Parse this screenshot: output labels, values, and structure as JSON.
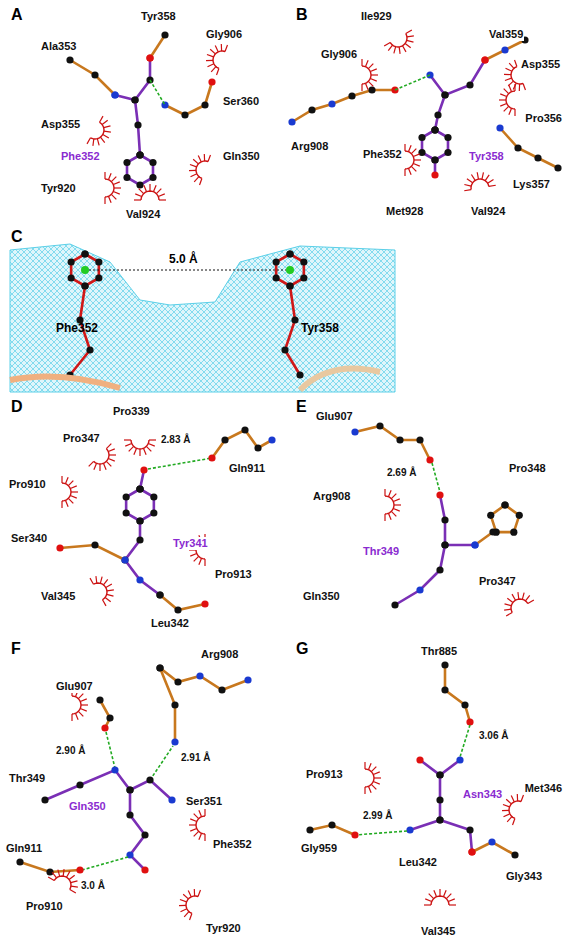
{
  "diagram": {
    "labels": [
      "A",
      "Tyr358",
      "Gly906",
      "Ala353",
      "Ser360",
      "Asp355",
      "Phe352",
      "Gln350",
      "Tyr920",
      "Val924",
      "B",
      "Ile929",
      "Val359",
      "Gly906",
      "Asp355",
      "Pro356",
      "Arg908",
      "Tyr358",
      "Phe352",
      "Lys357",
      "Met928",
      "Val924",
      "C",
      "5.0 Å",
      "Phe352",
      "Tyr358",
      "D",
      "Pro339",
      "Pro347",
      "Gln911",
      "2.83 Å",
      "Pro910",
      "Ser340",
      "Tyr341",
      "Pro913",
      "Val345",
      "Leu342",
      "E",
      "Glu907",
      "2.69 Å",
      "Pro348",
      "Arg908",
      "Thr349",
      "Gln350",
      "Pro347",
      "F",
      "Arg908",
      "Glu907",
      "2.90 Å",
      "2.91 Å",
      "Thr349",
      "Gln350",
      "Ser351",
      "Phe352",
      "Gln911",
      "3.0 Å",
      "Pro910",
      "Tyr920",
      "G",
      "Thr885",
      "3.06 Å",
      "Pro913",
      "Asn343",
      "Met346",
      "2.99 Å",
      "Gly959",
      "Leu342",
      "Gly343",
      "Val345"
    ]
  }
}
